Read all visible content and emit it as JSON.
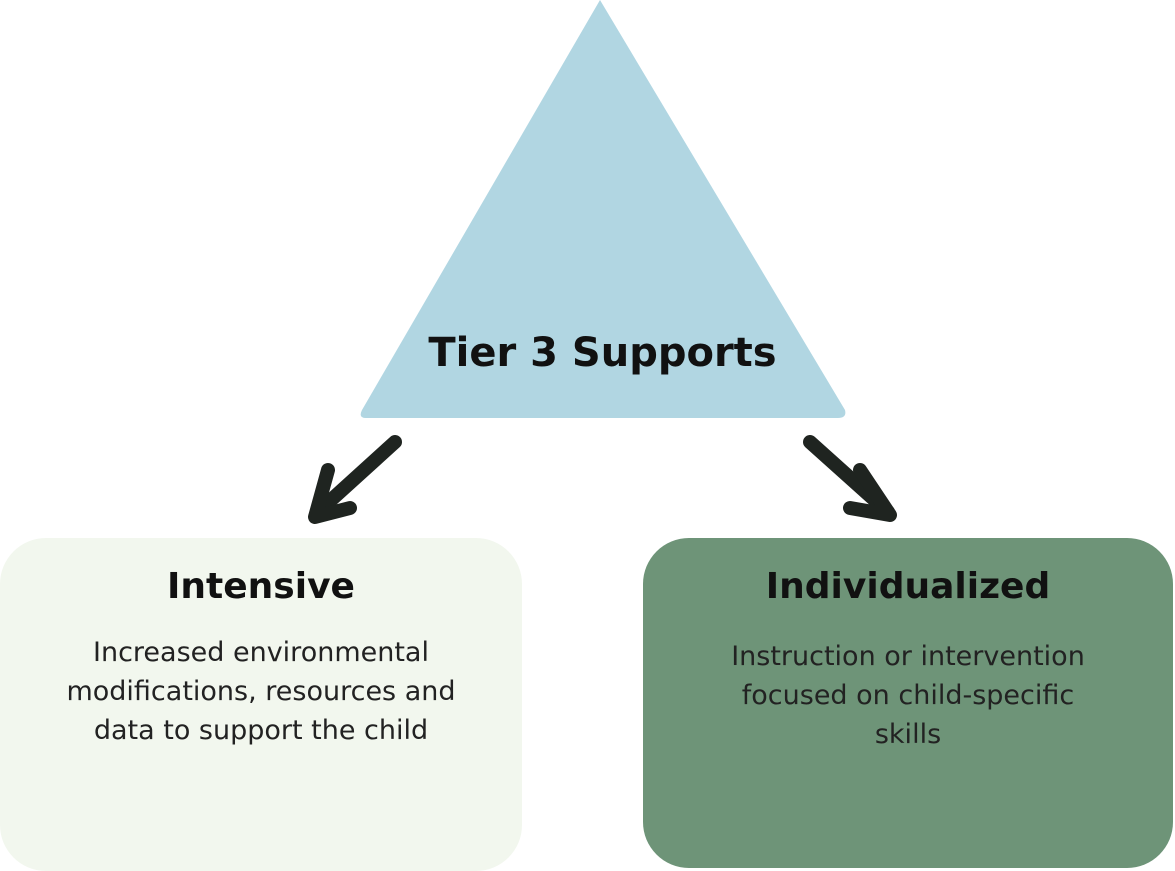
{
  "triangle": {
    "title": "Tier 3  Supports",
    "color": "#b1d6e2"
  },
  "boxes": [
    {
      "title": "Intensive",
      "description": "Increased environmental modifications, resources and data to support the child",
      "color": "#f2f7ee"
    },
    {
      "title": "Individualized",
      "description": "Instruction or intervention focused on child-specific skills",
      "color": "#6e9478"
    }
  ],
  "arrow_color": "#1f2420"
}
